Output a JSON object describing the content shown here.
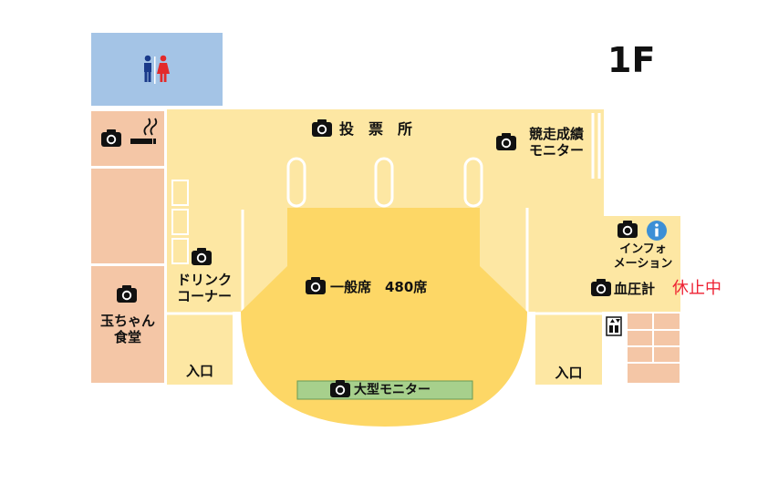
{
  "floor_label": "1F",
  "colors": {
    "hall": "#fde7a3",
    "seating": "#fdd766",
    "side_rooms": "#f4c6a6",
    "restroom": "#a4c4e6",
    "monitor_strip": "#a7d08c",
    "closed_text": "#ee2233",
    "info_icon": "#3c8fd6"
  },
  "icons": {
    "restroom": "restroom-icon",
    "smoking": "smoking-icon",
    "camera": "camera-icon",
    "info": "info-icon",
    "elevator": "elevator-icon"
  },
  "labels": {
    "voting": "投　票　所",
    "race_monitor_line1": "競走成績",
    "race_monitor_line2": "モニター",
    "info_line1": "インフォ",
    "info_line2": "メーション",
    "blood_pressure": "血圧計",
    "closed": "休止中",
    "drink_line1": "ドリンク",
    "drink_line2": "コーナー",
    "general_seats": "一般席　480席",
    "cafeteria_line1": "玉ちゃん",
    "cafeteria_line2": "食堂",
    "entrance_left": "入口",
    "entrance_right": "入口",
    "big_monitor": "大型モニター"
  }
}
